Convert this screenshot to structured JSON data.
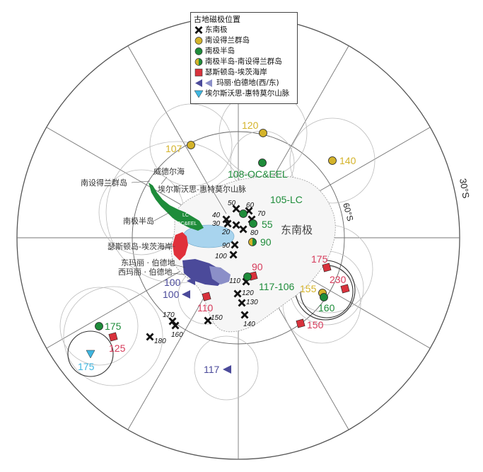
{
  "legend": {
    "title": "古地磁极位置",
    "items": [
      {
        "key": "cross",
        "label": "东南极",
        "color": "#111111"
      },
      {
        "key": "circle",
        "label": "南设得兰群岛",
        "color": "#d4b32a"
      },
      {
        "key": "circle",
        "label": "南极半岛",
        "color": "#1e8c3a"
      },
      {
        "key": "half",
        "label": "南极半岛-南设得兰群岛",
        "colors": [
          "#d4b32a",
          "#1e8c3a"
        ]
      },
      {
        "key": "square",
        "label": "瑟斯顿岛-埃茨海岸",
        "color": "#d8323c"
      },
      {
        "key": "triangles",
        "label": "玛丽·伯德地(西/东)",
        "colors": [
          "#4b4a9a",
          "#8b8fc8"
        ]
      },
      {
        "key": "triangle-down",
        "label": "埃尔斯沃思-惠特莫尔山脉",
        "color": "#3fb6e0"
      }
    ]
  },
  "map_labels": {
    "latitude_30": "30°S",
    "latitude_60": "60°S",
    "east_antarctica": "东南极",
    "south_shetland": "南设得兰群岛",
    "weddell_sea": "威德尔海",
    "ellsworth_whitmore": "埃尔斯沃思-惠特莫尔山脉",
    "antarctic_peninsula": "南极半岛",
    "thurston_eights": "瑟斯顿岛-埃茨海岸",
    "east_mbl": "东玛丽 · 伯德地",
    "west_mbl": "西玛丽 · 伯德地",
    "lc": "LC",
    "oc_eel": "OC&EEL"
  },
  "colors": {
    "green": "#1e8c3a",
    "yellow": "#d4b32a",
    "red": "#d8323c",
    "pink_label": "#d63a5a",
    "navy": "#4b4a9a",
    "cyan": "#3fb6e0",
    "peninsula": "#1e8c3a",
    "thurston": "#e0303a",
    "mbl_west": "#4b4a9a",
    "mbl_east": "#8b8fc8",
    "ice_shelf": "#a8d4ee"
  },
  "poles": [
    {
      "type": "circle",
      "color": "yellow",
      "age": "120"
    },
    {
      "type": "circle",
      "color": "yellow",
      "age": "107"
    },
    {
      "type": "circle",
      "color": "yellow",
      "age": "140"
    },
    {
      "type": "circle",
      "color": "green",
      "age": "108-OC&EEL"
    },
    {
      "type": "circle",
      "color": "green",
      "age": "105-LC"
    },
    {
      "type": "circle",
      "color": "green",
      "age": "55"
    },
    {
      "type": "half",
      "age": "90"
    },
    {
      "type": "square",
      "color": "red",
      "age": "90"
    },
    {
      "type": "circle",
      "color": "green",
      "age": "117-106"
    },
    {
      "type": "square",
      "color": "red",
      "age": "175"
    },
    {
      "type": "square",
      "color": "red",
      "age": "230"
    },
    {
      "type": "circle",
      "color": "yellow",
      "age": "155"
    },
    {
      "type": "circle",
      "color": "green",
      "age": "160"
    },
    {
      "type": "square",
      "color": "red",
      "age": "150"
    },
    {
      "type": "triangle",
      "color": "navy",
      "age": "100"
    },
    {
      "type": "triangle",
      "color": "navy",
      "age": "100"
    },
    {
      "type": "square",
      "color": "red",
      "age": "110"
    },
    {
      "type": "circle",
      "color": "green",
      "age": "175"
    },
    {
      "type": "square",
      "color": "red",
      "age": "125"
    },
    {
      "type": "triangle-down",
      "color": "cyan",
      "age": "175"
    },
    {
      "type": "triangle",
      "color": "navy",
      "age": "117"
    }
  ],
  "east_antarctica_poles": [
    "50",
    "60",
    "40",
    "70",
    "30",
    "20",
    "80",
    "90",
    "100",
    "110",
    "120",
    "130",
    "140",
    "150",
    "170",
    "160",
    "180"
  ]
}
